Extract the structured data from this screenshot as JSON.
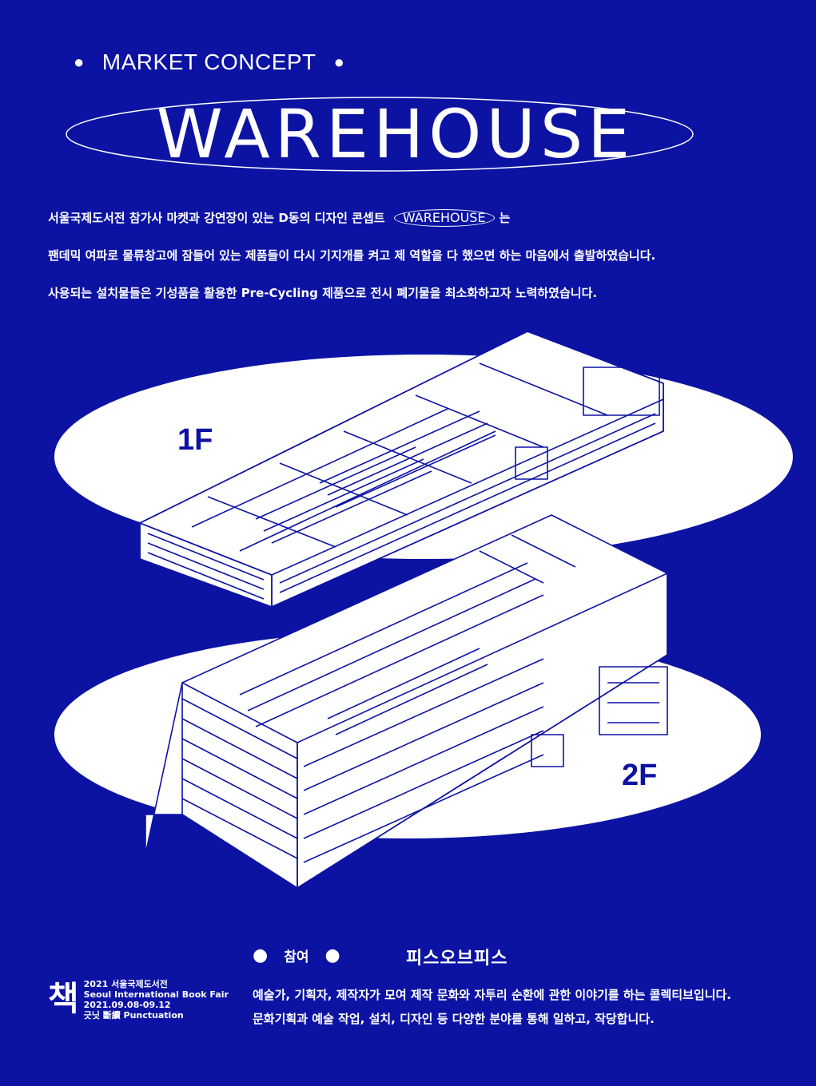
{
  "header": {
    "kicker": "MARKET CONCEPT",
    "title": "WAREHOUSE"
  },
  "intro": {
    "line1_before": "서울국제도서전 참가사 마켓과 강연장이 있는 D동의 디자인 콘셉트",
    "line1_pill": "WAREHOUSE",
    "line1_after": "는",
    "line2": "팬데믹 여파로 물류창고에 잠들어 있는 제품들이 다시 기지개를 켜고 제 역할을 다 했으면 하는 마음에서 출발하였습니다.",
    "line3": "사용되는 설치물들은 기성품을 활용한 Pre-Cycling 제품으로 전시 폐기물을 최소화하고자 노력하였습니다."
  },
  "floors": {
    "first": "1F",
    "second": "2F"
  },
  "participant": {
    "label": "참여",
    "name": "피스오브피스",
    "desc_line1": "예술가, 기획자, 제작자가 모여 제작 문화와 자투리 순환에 관한 이야기를 하는 콜렉티브입니다.",
    "desc_line2": "문화기획과 예술 작업, 설치, 디자인 등 다양한 분야를 통해 일하고, 작당합니다."
  },
  "logo": {
    "mark": "책",
    "line1": "2021 서울국제도서전",
    "line2": "Seoul International Book Fair",
    "line3": "2021.09.08-09.12",
    "line4": "긋닛 斷續 Punctuation"
  },
  "colors": {
    "background": "#0c13a3",
    "foreground": "#ffffff"
  }
}
